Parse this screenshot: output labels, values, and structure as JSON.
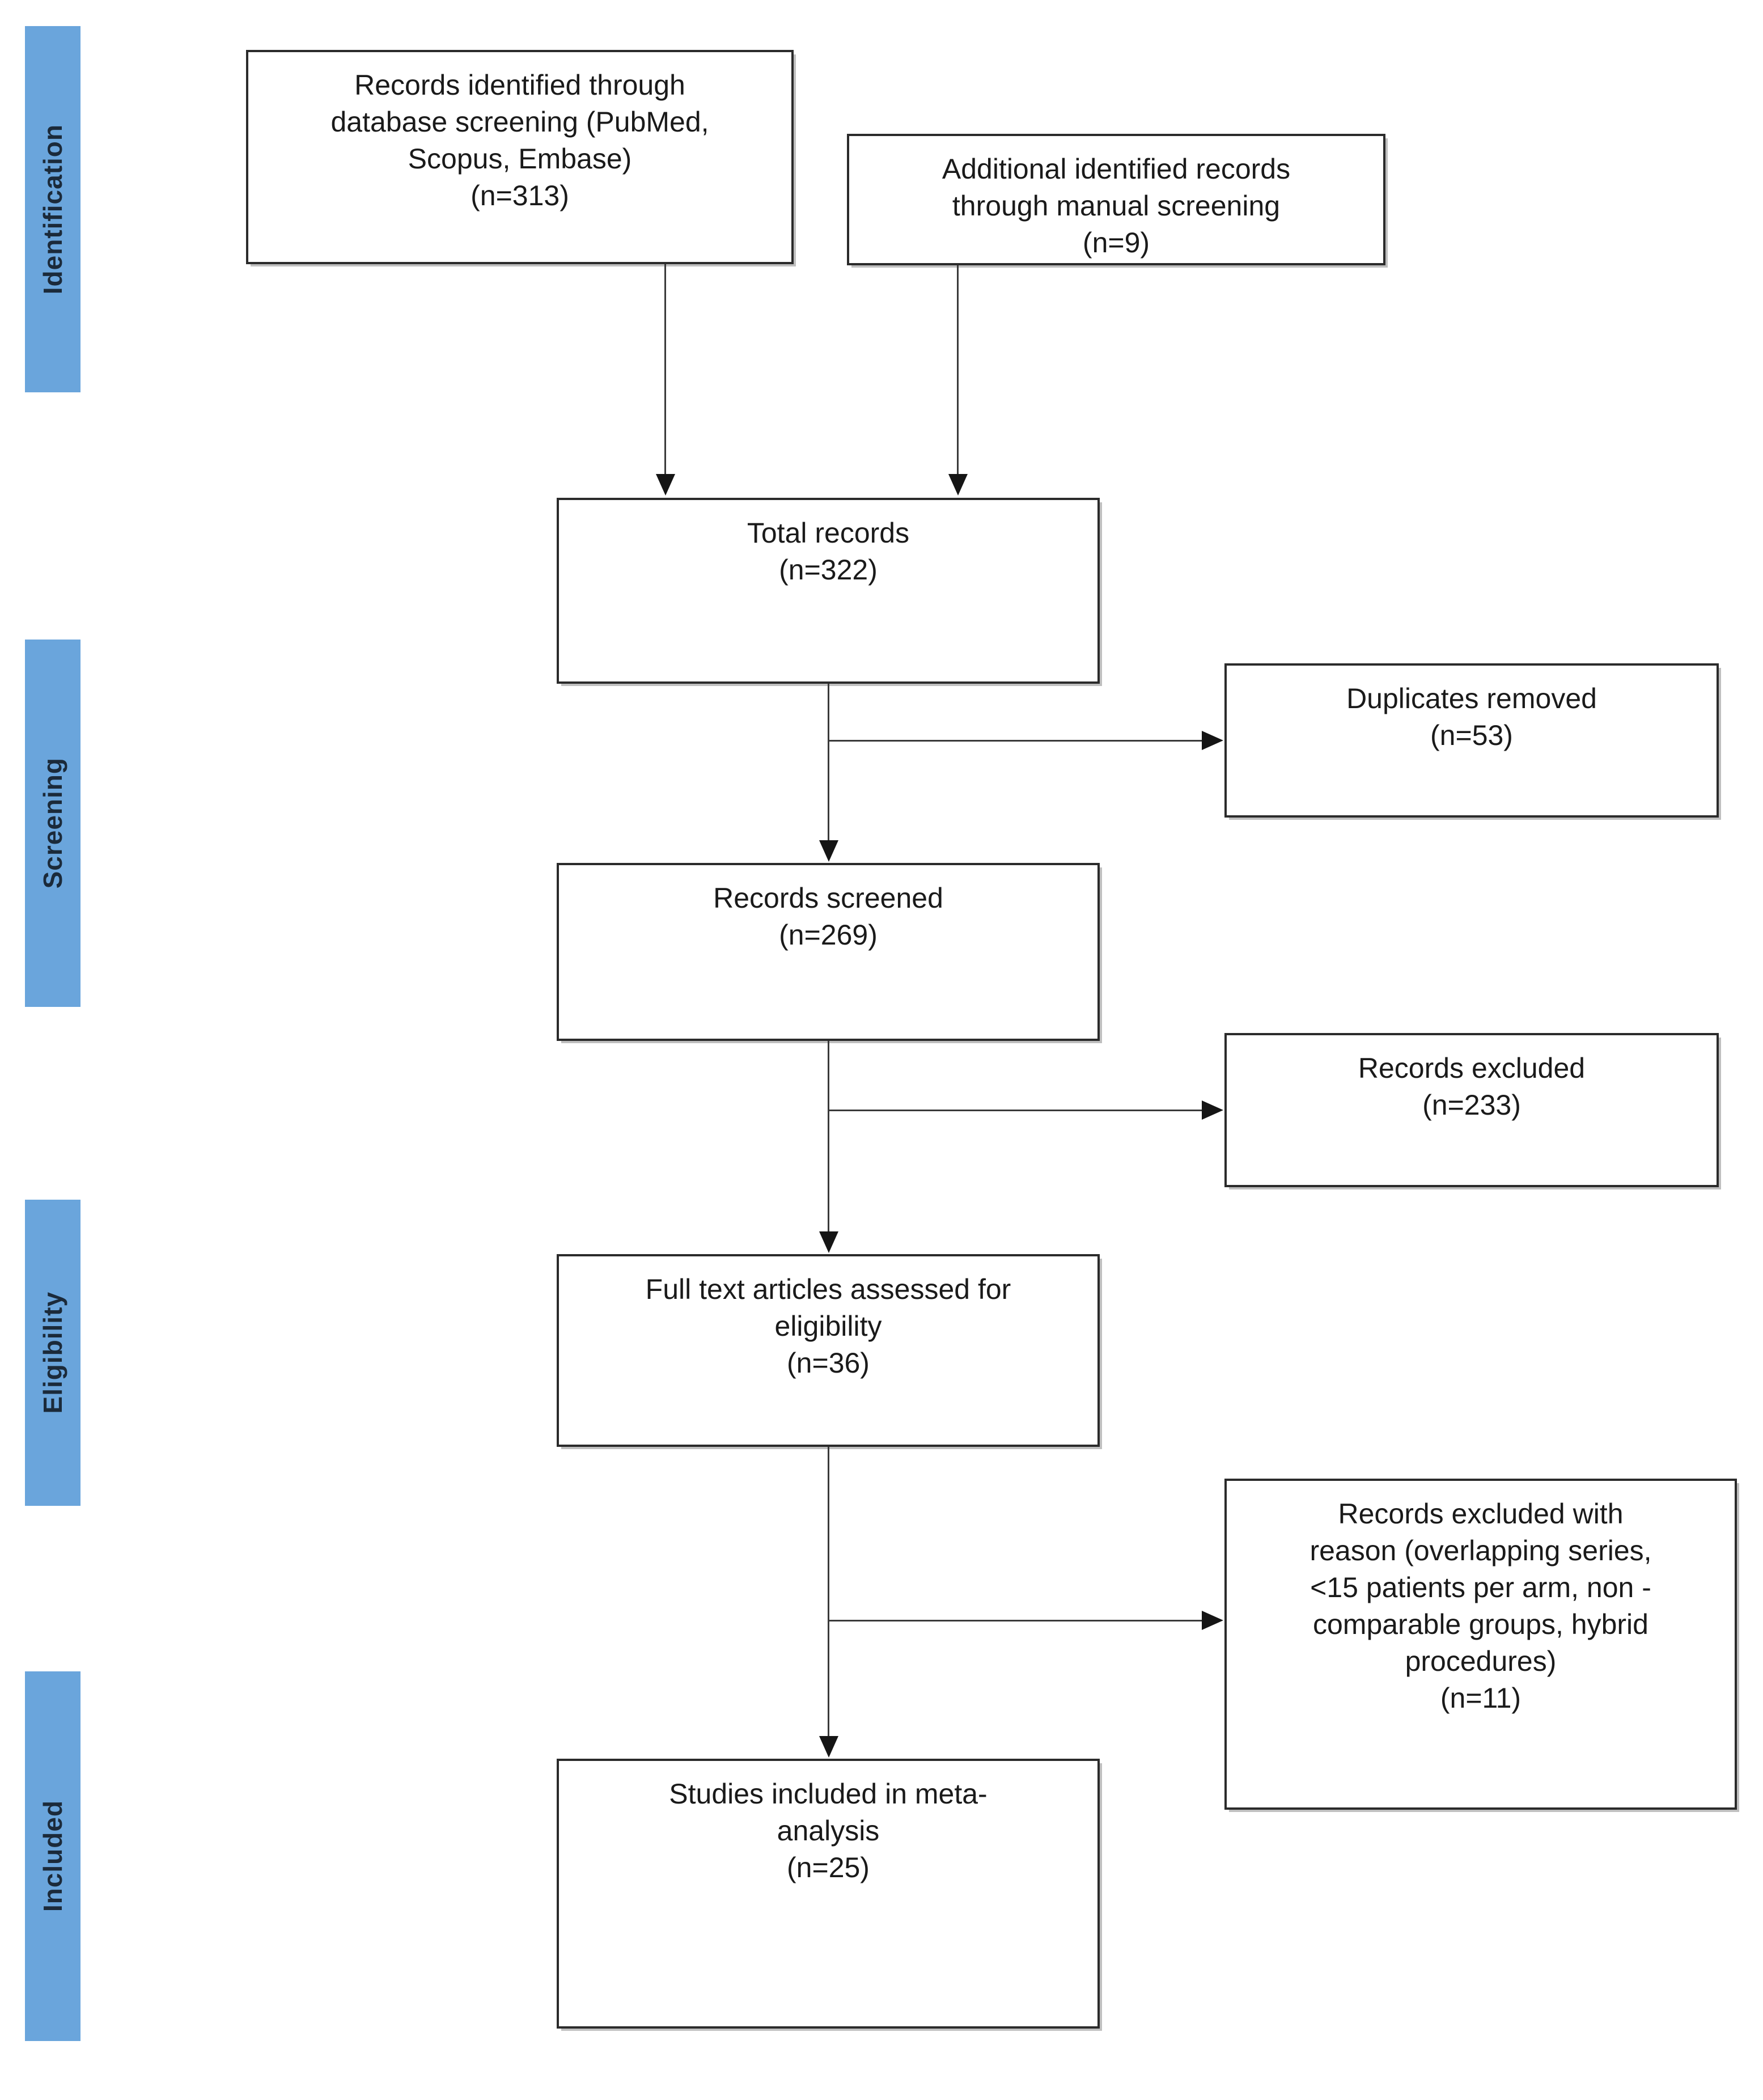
{
  "diagram": {
    "type": "prisma-flow-diagram",
    "accent_color": "#6AA5DC",
    "box_border_color": "#2b2b2b",
    "connector_color": "#3a3a3a"
  },
  "stages": [
    {
      "label": "Identification"
    },
    {
      "label": "Screening"
    },
    {
      "label": "Eligibility"
    },
    {
      "label": "Included"
    }
  ],
  "boxes": {
    "database_records": {
      "text": "Records identified through\ndatabase screening (PubMed,\nScopus, Embase)\n(n=313)",
      "count": 313
    },
    "manual_records": {
      "text": "Additional identified records\nthrough manual screening\n(n=9)",
      "count": 9
    },
    "total_records": {
      "text": "Total records\n(n=322)",
      "count": 322
    },
    "duplicates_removed": {
      "text": "Duplicates removed\n(n=53)",
      "count": 53
    },
    "records_screened": {
      "text": "Records screened\n(n=269)",
      "count": 269
    },
    "records_excluded": {
      "text": "Records excluded\n(n=233)",
      "count": 233
    },
    "full_text_assessed": {
      "text": "Full text articles assessed for\neligibility\n(n=36)",
      "count": 36
    },
    "records_excluded_with_reason": {
      "text": "Records excluded with\nreason (overlapping series,\n<15 patients per arm, non -\ncomparable groups, hybrid\nprocedures)\n(n=11)",
      "count": 11
    },
    "studies_included": {
      "text": "Studies included in meta-\nanalysis\n(n=25)",
      "count": 25
    }
  }
}
